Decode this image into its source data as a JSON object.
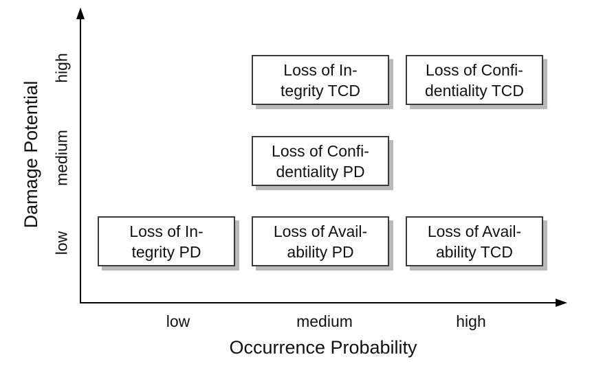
{
  "chart_data": {
    "type": "scatter",
    "title": "",
    "xlabel": "Occurrence Probability",
    "ylabel": "Damage Potential",
    "x_ticks": [
      "low",
      "medium",
      "high"
    ],
    "y_ticks": [
      "low",
      "medium",
      "high"
    ],
    "grid": false,
    "legend": false,
    "points": [
      {
        "label": "Loss of Integrity TCD",
        "x": "medium",
        "y": "high",
        "lines": [
          "Loss of In-",
          "tegrity TCD"
        ]
      },
      {
        "label": "Loss of Confidentiality TCD",
        "x": "high",
        "y": "high",
        "lines": [
          "Loss of Confi-",
          "dentiality TCD"
        ]
      },
      {
        "label": "Loss of Confidentiality PD",
        "x": "medium",
        "y": "medium",
        "lines": [
          "Loss of Confi-",
          "dentiality PD"
        ]
      },
      {
        "label": "Loss of Integrity PD",
        "x": "low",
        "y": "low",
        "lines": [
          "Loss of In-",
          "tegrity PD"
        ]
      },
      {
        "label": "Loss of Availability PD",
        "x": "medium",
        "y": "low",
        "lines": [
          "Loss of Avail-",
          "ability PD"
        ]
      },
      {
        "label": "Loss of Availability TCD",
        "x": "high",
        "y": "low",
        "lines": [
          "Loss of Avail-",
          "ability TCD"
        ]
      }
    ]
  },
  "colors": {
    "background": "#ffffff",
    "axis": "#000000",
    "box_border": "#3a3a3a",
    "box_shadow": "#b9b9b9",
    "text": "#111111"
  }
}
